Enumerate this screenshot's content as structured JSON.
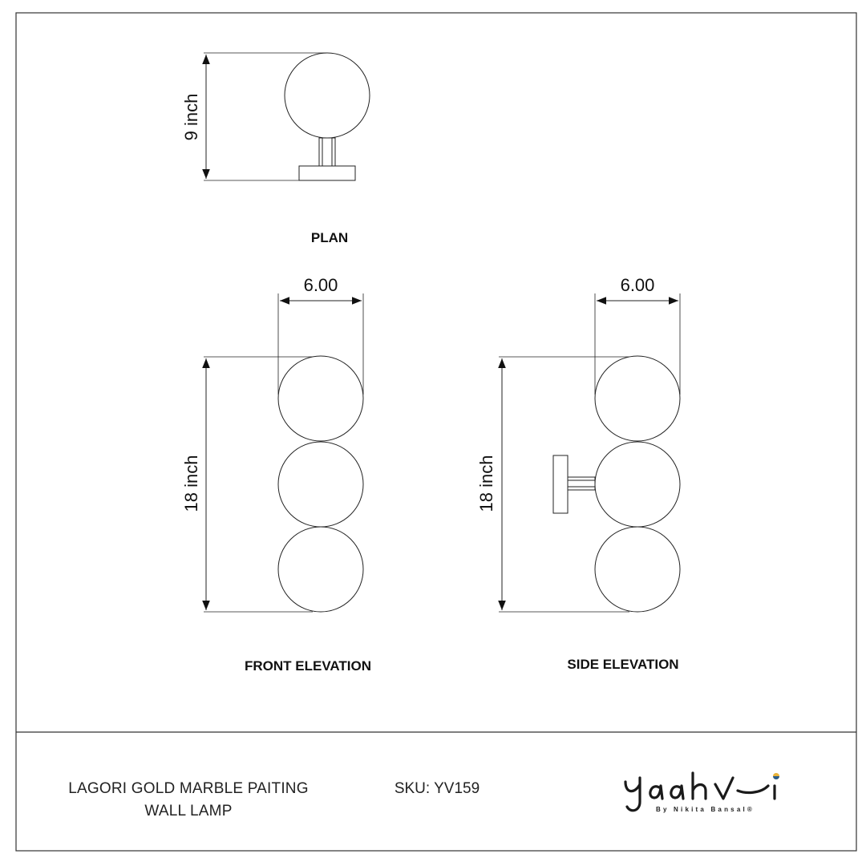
{
  "views": {
    "plan": {
      "label": "PLAN",
      "height_dim": "9 inch"
    },
    "front_elevation": {
      "label": "FRONT ELEVATION",
      "width_dim": "6.00",
      "height_dim": "18 inch"
    },
    "side_elevation": {
      "label": "SIDE ELEVATION",
      "width_dim": "6.00",
      "height_dim": "18 inch"
    }
  },
  "title_block": {
    "product_name_line1": "LAGORI GOLD MARBLE PAITING",
    "product_name_line2": "WALL LAMP",
    "sku": "SKU: YV159",
    "brand": "Yaahvi",
    "brand_tagline": "By Nikita Bansal®"
  },
  "colors": {
    "line": "#222222",
    "text": "#1a1a1a",
    "brand_dot_gold": "#e8b33a",
    "brand_dot_blue": "#2b5d8c"
  }
}
